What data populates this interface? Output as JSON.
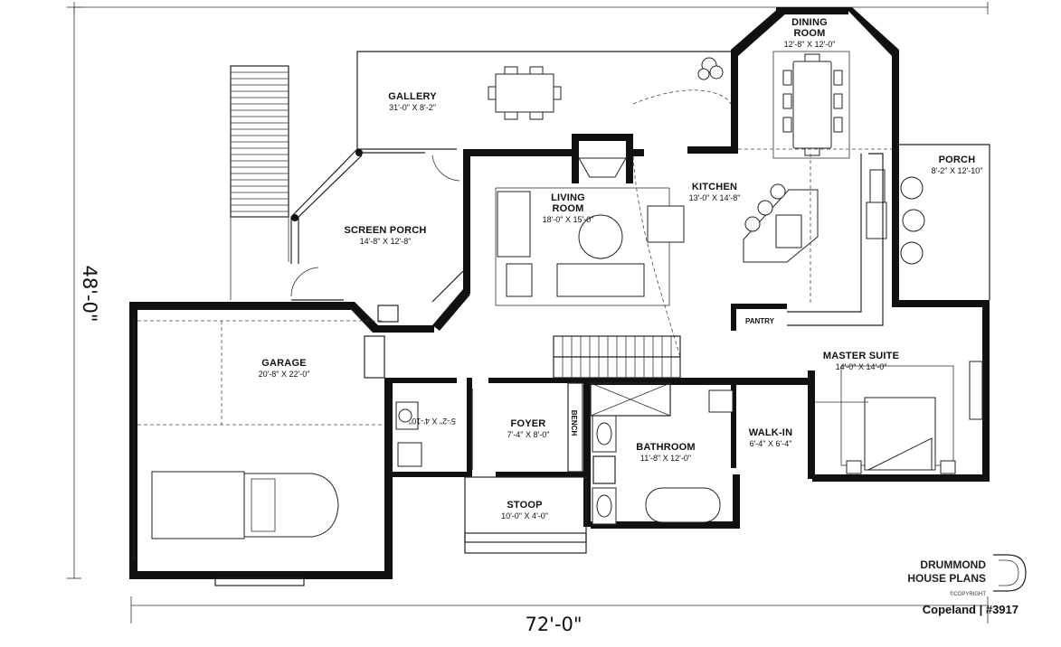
{
  "overall_width": "72'-0\"",
  "overall_depth": "48'-0\"",
  "rooms": {
    "dining": {
      "name_line1": "DINING",
      "name_line2": "ROOM",
      "dims": "12'-8\" X 12'-0\""
    },
    "gallery": {
      "name": "GALLERY",
      "dims": "31'-0\" X 8'-2\""
    },
    "living": {
      "name_line1": "LIVING",
      "name_line2": "ROOM",
      "dims": "18'-0\" X 15'-0\""
    },
    "kitchen": {
      "name": "KITCHEN",
      "dims": "13'-0\" X 14'-8\""
    },
    "porch": {
      "name": "PORCH",
      "dims": "8'-2\" X 12'-10\""
    },
    "screen_porch": {
      "name": "SCREEN PORCH",
      "dims": "14'-8\" X 12'-8\""
    },
    "garage": {
      "name": "GARAGE",
      "dims": "20'-8\" X 22'-0\""
    },
    "master": {
      "name": "MASTER SUITE",
      "dims": "14'-0\" X 14'-0\""
    },
    "foyer": {
      "name": "FOYER",
      "dims": "7'-4\" X 8'-0\""
    },
    "bathroom": {
      "name": "BATHROOM",
      "dims": "11'-8\" X 12'-0\""
    },
    "walkin": {
      "name": "WALK-IN",
      "dims": "6'-4\" X 6'-4\""
    },
    "stoop": {
      "name": "STOOP",
      "dims": "10'-0\" X 4'-0\""
    },
    "powder": {
      "dims": "5'-2\" X 4'-10\""
    }
  },
  "labels": {
    "pantry": "PANTRY",
    "bench": "BENCH"
  },
  "branding": {
    "line1": "DRUMMOND",
    "line2": "HOUSE PLANS",
    "copyright": "©COPYRIGHT",
    "plan_id": "Copeland | #3917"
  }
}
